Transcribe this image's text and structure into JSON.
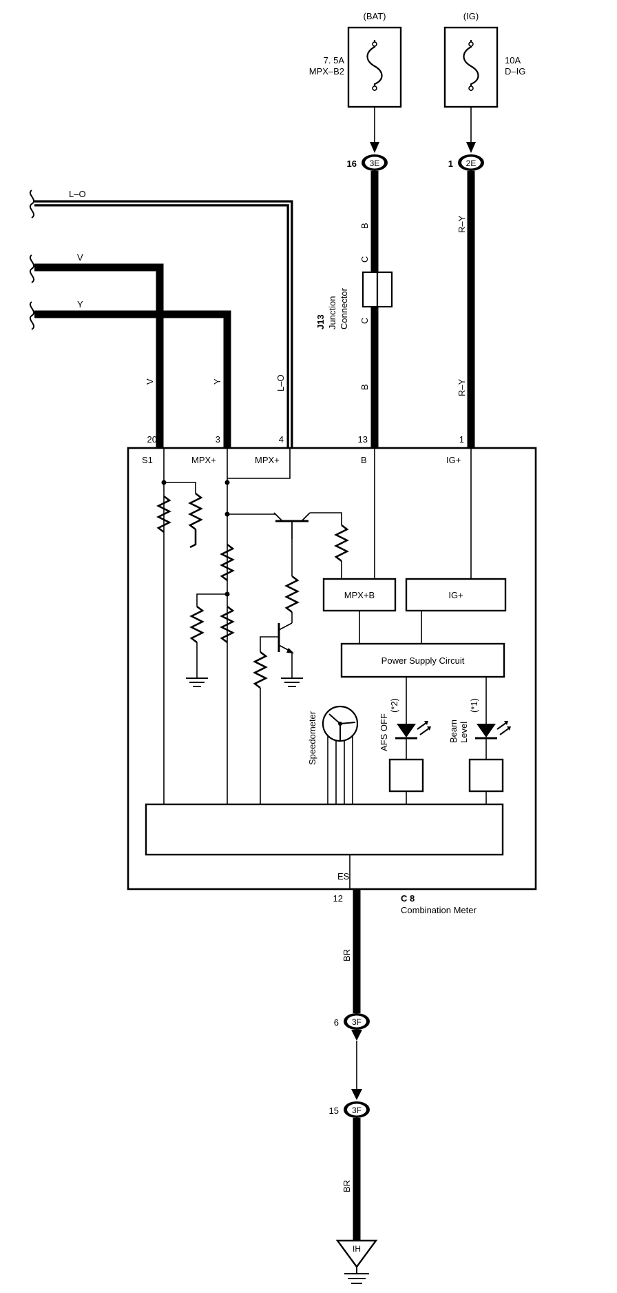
{
  "fuses": {
    "bat": {
      "source": "(BAT)",
      "rating": "7. 5A",
      "name": "MPX–B2"
    },
    "ig": {
      "source": "(IG)",
      "rating": "10A",
      "name": "D–IG"
    }
  },
  "connectors": {
    "c3e": {
      "code": "3E",
      "pin": "16"
    },
    "c2e": {
      "code": "2E",
      "pin": "1"
    },
    "c3f_top": {
      "code": "3F",
      "pin": "6"
    },
    "c3f_bottom": {
      "code": "3F",
      "pin": "15"
    },
    "ground": {
      "code": "IH"
    }
  },
  "junction": {
    "id": "J13",
    "line1": "Junction",
    "line2": "Connector",
    "pin_c_top": "C",
    "pin_c_bottom": "C"
  },
  "wires": {
    "lo": "L–O",
    "v": "V",
    "y": "Y",
    "b": "B",
    "ry": "R–Y",
    "br": "BR"
  },
  "meter": {
    "id": "C 8",
    "name": "Combination Meter",
    "pins": {
      "s1": "20",
      "mpx1": "3",
      "mpx2": "4",
      "b": "13",
      "ig": "1",
      "es": "12"
    },
    "terminals": {
      "s1": "S1",
      "mpx1": "MPX+",
      "mpx2": "MPX+",
      "b": "B",
      "ig": "IG+",
      "es": "ES"
    },
    "blocks": {
      "mpxb": "MPX+B",
      "ig": "IG+",
      "power": "Power Supply Circuit"
    },
    "indicators": {
      "afs": {
        "line1": "AFS OFF",
        "line2": "(*2)"
      },
      "beam": {
        "line1": "Beam",
        "line2": "Level",
        "note": "(*1)"
      }
    },
    "speedometer": "Speedometer"
  }
}
